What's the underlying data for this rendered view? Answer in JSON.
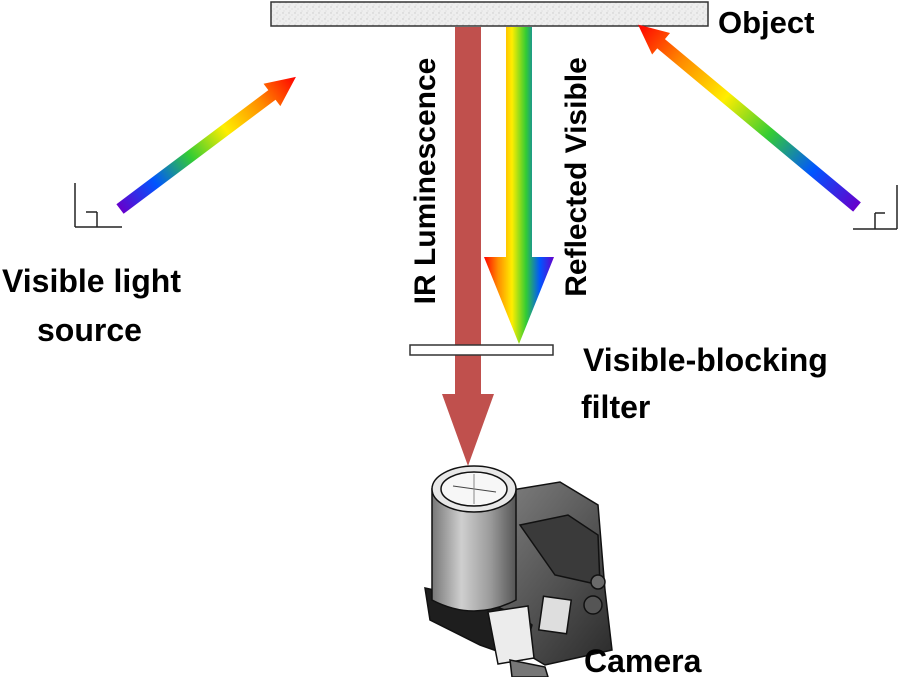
{
  "labels": {
    "object": "Object",
    "source_line1": "Visible light",
    "source_line2": "source",
    "ir": "IR Luminescence",
    "reflected": "Reflected Visible",
    "filter_line1": "Visible-blocking",
    "filter_line2": "filter",
    "camera": "Camera"
  },
  "icons": {
    "light_source_left": "lamp-bracket-icon",
    "light_source_right": "lamp-bracket-icon",
    "camera": "camera-icon"
  },
  "colors": {
    "ir_beam": "#c0504d",
    "rainbow": [
      "#ff0000",
      "#ff8c00",
      "#ffee00",
      "#33cc33",
      "#0055ff",
      "#6600cc"
    ],
    "object_fill": "#ececec",
    "text": "#000000"
  }
}
